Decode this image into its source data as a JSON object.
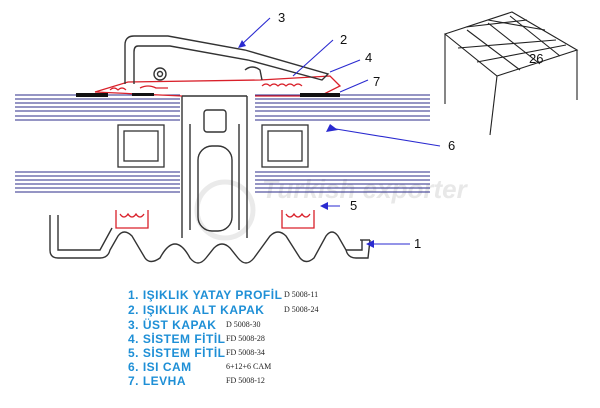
{
  "callouts": [
    "3",
    "2",
    "4",
    "7",
    "6",
    "5",
    "1"
  ],
  "legend": [
    {
      "name": "1. IŞIKLIK YATAY PROFİL",
      "code": "D 5008-11"
    },
    {
      "name": "2. IŞIKLIK ALT KAPAK",
      "code": "D 5008-24"
    },
    {
      "name": "3. ÜST KAPAK",
      "code": "D 5008-30"
    },
    {
      "name": "4. SİSTEM FİTİL",
      "code": "FD 5008-28"
    },
    {
      "name": "5. SİSTEM FİTİL",
      "code": "FD 5008-34"
    },
    {
      "name": "6. ISI CAM",
      "code": "6+12+6 CAM"
    },
    {
      "name": "7. LEVHA",
      "code": "FD 5008-12"
    }
  ],
  "inset": {
    "tile_number": "26"
  },
  "watermark": {
    "text": "Turkish exporter"
  },
  "colors": {
    "glass": "#2b2b8a",
    "profile": "#333333",
    "gasket": "#d9202a",
    "leader": "#2a2ad0",
    "legend": "#1e8fd6"
  }
}
